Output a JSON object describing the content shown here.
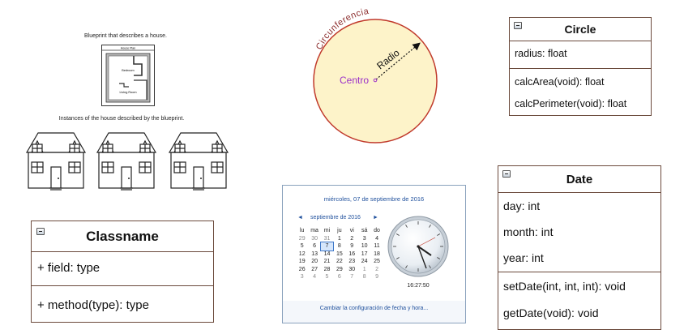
{
  "blueprint": {
    "caption_top": "Blueprint that describes a house.",
    "plan_title": "House Plan",
    "room_bedroom": "Bedroom",
    "room_living": "Living Room",
    "caption_instances": "Instances of the house described by the blueprint."
  },
  "circle_figure": {
    "circumference_label": "Circunferencia",
    "radius_label": "Radio",
    "center_label": "Centro",
    "fill_color": "#fdf3c9",
    "stroke_color": "#c0392b",
    "label_color": "#9b30c9"
  },
  "classname_box": {
    "title": "Classname",
    "field": "+ field: type",
    "method": "+ method(type): type"
  },
  "circle_class": {
    "title": "Circle",
    "attributes": [
      "radius: float"
    ],
    "methods": [
      "calcArea(void): float",
      "calcPerimeter(void): float"
    ]
  },
  "date_class": {
    "title": "Date",
    "attributes": [
      "day: int",
      "month: int",
      "year: int"
    ],
    "methods": [
      "setDate(int, int, int): void",
      "getDate(void): void"
    ]
  },
  "calendar": {
    "date_header": "miércoles, 07 de septiembre de 2016",
    "month_label": "septiembre de 2016",
    "prev_arrow": "◄",
    "next_arrow": "►",
    "weekdays": [
      "lu",
      "ma",
      "mi",
      "ju",
      "vi",
      "sá",
      "do"
    ],
    "weeks": [
      [
        "29",
        "30",
        "31",
        "1",
        "2",
        "3",
        "4"
      ],
      [
        "5",
        "6",
        "7",
        "8",
        "9",
        "10",
        "11"
      ],
      [
        "12",
        "13",
        "14",
        "15",
        "16",
        "17",
        "18"
      ],
      [
        "19",
        "20",
        "21",
        "22",
        "23",
        "24",
        "25"
      ],
      [
        "26",
        "27",
        "28",
        "29",
        "30",
        "1",
        "2"
      ],
      [
        "3",
        "4",
        "5",
        "6",
        "7",
        "8",
        "9"
      ]
    ],
    "time": "16:27:50",
    "settings_link": "Cambiar la configuración de fecha y hora..."
  }
}
